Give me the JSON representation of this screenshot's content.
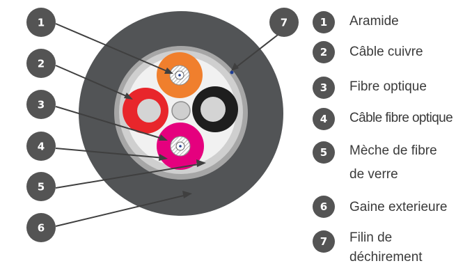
{
  "markers": [
    {
      "number": "1"
    },
    {
      "number": "2"
    },
    {
      "number": "3"
    },
    {
      "number": "4"
    },
    {
      "number": "5"
    },
    {
      "number": "6"
    },
    {
      "number": "7"
    }
  ],
  "legend": [
    {
      "number": "1",
      "lines": [
        "Aramide"
      ]
    },
    {
      "number": "2",
      "lines": [
        "Câble cuivre"
      ]
    },
    {
      "number": "3",
      "lines": [
        "Fibre optique"
      ]
    },
    {
      "number": "4",
      "lines": [
        "Câble fibre optique"
      ]
    },
    {
      "number": "5",
      "lines": [
        "Mèche de fibre",
        "de verre"
      ]
    },
    {
      "number": "6",
      "lines": [
        "Gaine exterieure"
      ]
    },
    {
      "number": "7",
      "lines": [
        "Filin de",
        "déchirement"
      ]
    }
  ],
  "colors": {
    "marker": "#545454",
    "outer_jacket": "#525456",
    "inner_layer": "#b8b8b8",
    "core_fill": "#f1f1f1",
    "orange_tube": "#f07f2d",
    "red_tube": "#e8262b",
    "black_tube": "#1e1e1e",
    "magenta_tube": "#e5007e",
    "rip_cord": "#1f3e94",
    "text": "#3a3a3a"
  }
}
